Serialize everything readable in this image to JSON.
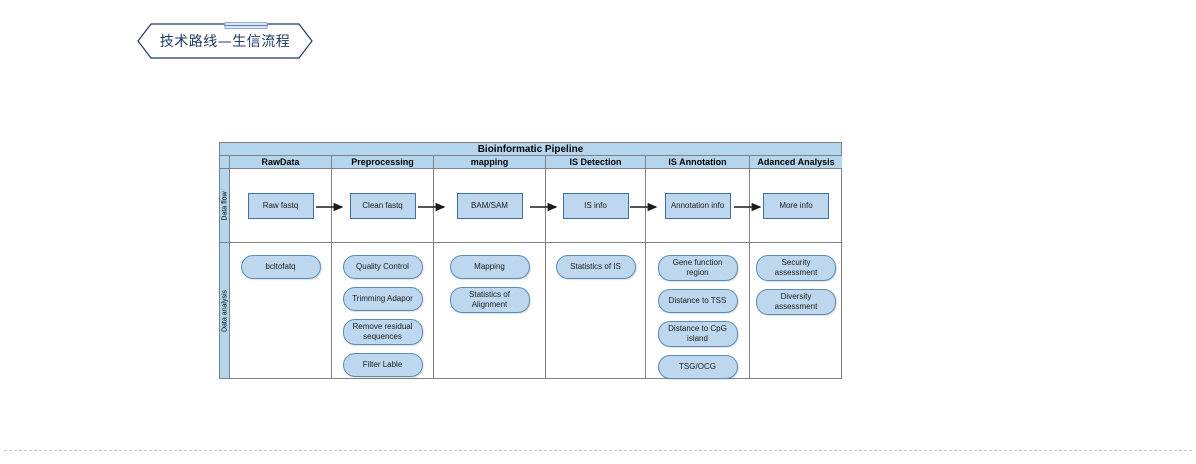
{
  "slide": {
    "title": "技术路线—生信流程"
  },
  "colors": {
    "header_fill": "#b4d5ee",
    "node_fill": "#bdd7ee",
    "node_border": "#41719c",
    "table_border": "#808080",
    "title_text": "#1f3864",
    "banner_outline": "#1f3864"
  },
  "table": {
    "title": "Bioinformatic Pipeline",
    "columns": [
      "RawData",
      "Preprocessing",
      "mapping",
      "IS Detection",
      "IS Annotation",
      "Adanced Analysis"
    ],
    "row_labels": [
      "Data flow",
      "Data analysis"
    ],
    "data_flow": [
      "Raw fastq",
      "Clean fastq",
      "BAM/SAM",
      "IS info",
      "Annotation info",
      "More info"
    ],
    "data_analysis": [
      [
        "bcltofatq"
      ],
      [
        "Quality Control",
        "Trimming Adapor",
        "Remove residual sequences",
        "Filter Lable"
      ],
      [
        "Mapping",
        "Statistics of Alignment"
      ],
      [
        "Statistics of IS"
      ],
      [
        "Gene function region",
        "Distance to TSS",
        "Distance to CpG island",
        "TSG/OCG"
      ],
      [
        "Security assessment",
        "Diversity assessment"
      ]
    ]
  }
}
